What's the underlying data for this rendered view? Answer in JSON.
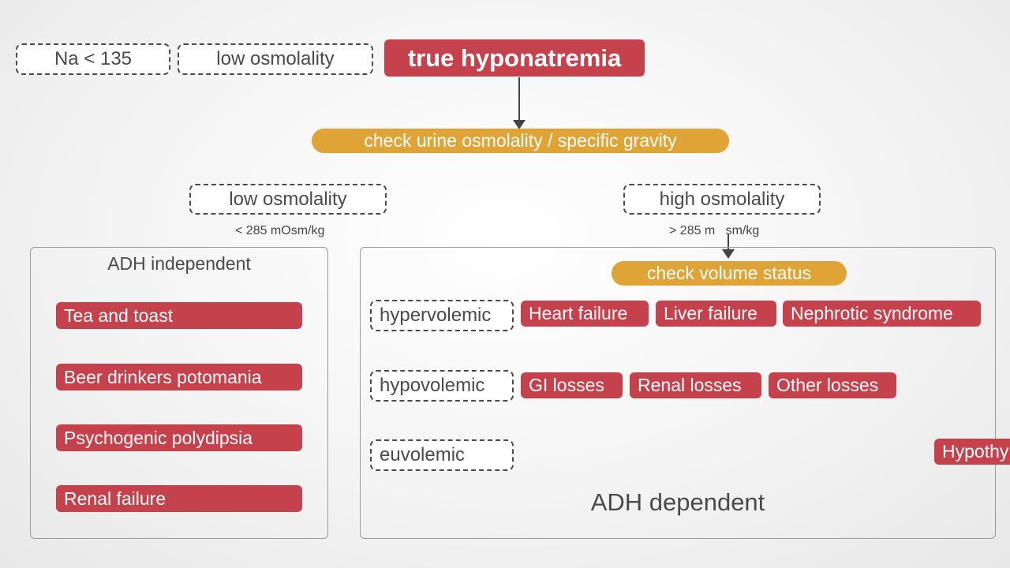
{
  "top": {
    "na_label": "Na < 135",
    "serum_osmolality_label": "low osmolality",
    "diagnosis_label": "true hyponatremia"
  },
  "step1": {
    "label": "check urine osmolality / specific gravity"
  },
  "branches": {
    "low": {
      "label": "low osmolality",
      "threshold": "< 285 mOsm/kg"
    },
    "high": {
      "label": "high osmolality",
      "threshold": "> 285 m   sm/kg"
    }
  },
  "adh_independent": {
    "title": "ADH independent",
    "items": [
      "Tea and toast",
      "Beer drinkers potomania",
      "Psychogenic polydipsia",
      "Renal failure"
    ]
  },
  "adh_dependent": {
    "title": "ADH dependent",
    "step2_label": "check volume status",
    "hypervolemic": {
      "label": "hypervolemic",
      "causes": [
        "Heart failure",
        "Liver failure",
        "Nephrotic syndrome"
      ]
    },
    "hypovolemic": {
      "label": "hypovolemic",
      "causes": [
        "GI losses",
        "Renal losses",
        "Other losses"
      ]
    },
    "euvolemic": {
      "label": "euvolemic",
      "partial_cause": "Hypothy"
    }
  },
  "colors": {
    "red_tag": "#c5414b",
    "orange_pill": "#e0a436",
    "outline": "#4a4a4a"
  }
}
